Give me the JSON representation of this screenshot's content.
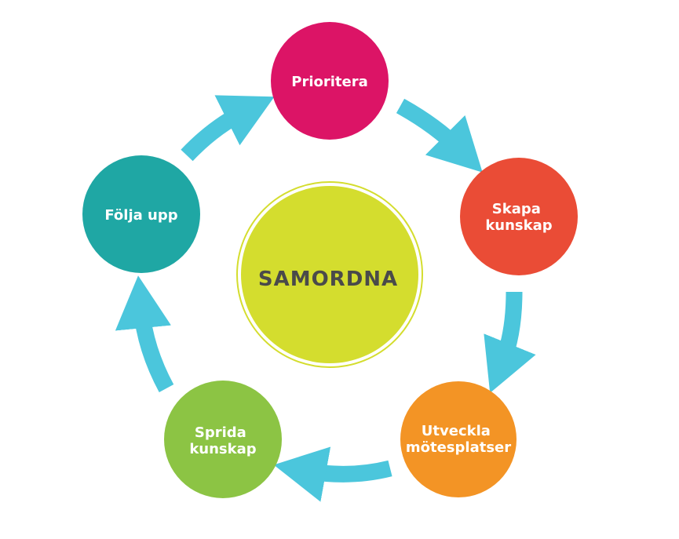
{
  "diagram": {
    "center": {
      "label": "SAMORDNA",
      "color": "#d4dd2e",
      "ring_color": "#d4dd2e"
    },
    "arrow_color": "#4bc6dc",
    "nodes": [
      {
        "id": "prioritera",
        "lines": [
          "Prioritera"
        ],
        "color": "#dc1466"
      },
      {
        "id": "skapa-kunskap",
        "lines": [
          "Skapa",
          "kunskap"
        ],
        "color": "#ea4c36"
      },
      {
        "id": "utveckla-motesplatser",
        "lines": [
          "Utveckla",
          "mötesplatser"
        ],
        "color": "#f39425"
      },
      {
        "id": "sprida-kunskap",
        "lines": [
          "Sprida",
          "kunskap"
        ],
        "color": "#8cc444"
      },
      {
        "id": "folja-upp",
        "lines": [
          "Följa upp"
        ],
        "color": "#1fa7a4"
      }
    ]
  }
}
